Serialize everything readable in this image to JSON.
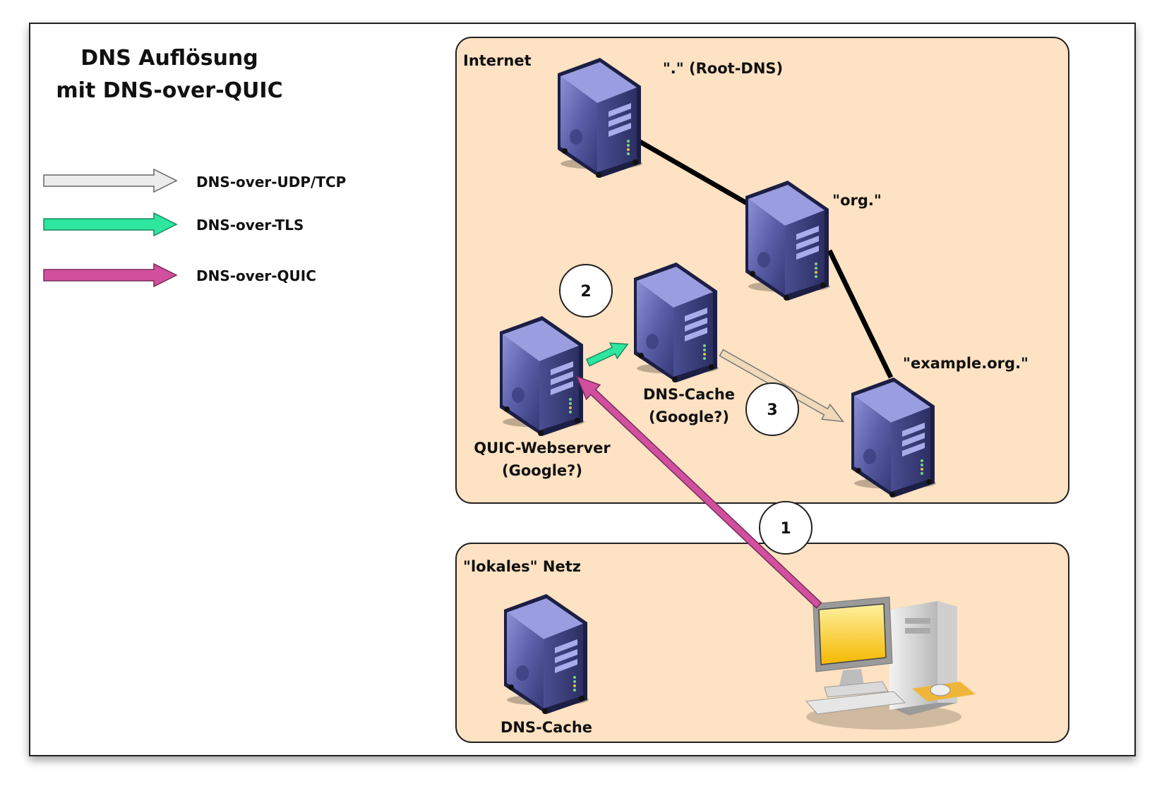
{
  "title": {
    "line1": "DNS Auflösung",
    "line2": "mit DNS-over-QUIC"
  },
  "legend": [
    {
      "label": "DNS-over-UDP/TCP",
      "color": "#e6e6e6",
      "stroke": "#555555"
    },
    {
      "label": "DNS-over-TLS",
      "color": "#2ee6a0",
      "stroke": "#1b8a5e"
    },
    {
      "label": "DNS-over-QUIC",
      "color": "#d0509e",
      "stroke": "#7a2a5c"
    }
  ],
  "zones": {
    "internet": {
      "label": "Internet",
      "fill": "#fde2c3"
    },
    "local": {
      "label": "\"lokales\" Netz",
      "fill": "#fde2c3"
    }
  },
  "nodes": {
    "root_dns": {
      "label": "\".\" (Root-DNS)"
    },
    "org_dns": {
      "label": "\"org.\""
    },
    "example_dns": {
      "label": "\"example.org.\""
    },
    "quic_webserver": {
      "line1": "QUIC-Webserver",
      "line2": "(Google?)"
    },
    "dns_cache_google": {
      "line1": "DNS-Cache",
      "line2": "(Google?)"
    },
    "local_dns_cache": {
      "label": "DNS-Cache"
    }
  },
  "steps": [
    "1",
    "2",
    "3"
  ],
  "colors": {
    "server_body": "#5a5fa8",
    "server_dark": "#2c2f63",
    "monitor_screen": "#f5c400",
    "page_border": "#222222"
  }
}
